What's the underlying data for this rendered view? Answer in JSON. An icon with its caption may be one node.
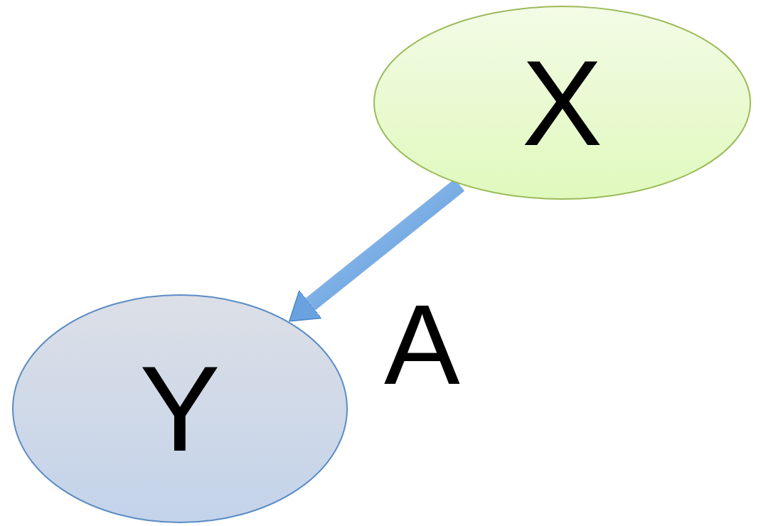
{
  "diagram": {
    "nodes": [
      {
        "text": [
          "X"
        ]
      },
      {
        "text": [
          "Y"
        ]
      }
    ],
    "edges": [
      {
        "from": 0,
        "to": 1,
        "arrow": "to",
        "label": "A",
        "style": "thick"
      }
    ]
  }
}
